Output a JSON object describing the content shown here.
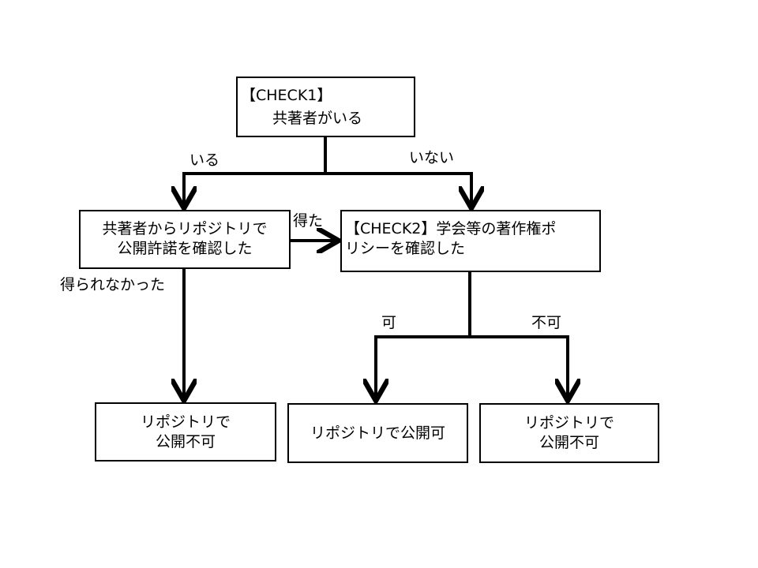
{
  "nodes": {
    "check1": {
      "title": "【CHECK1】",
      "text": "共著者がいる"
    },
    "coauthor_permission": {
      "line1": "共著者からリポジトリで",
      "line2": "公開許諾を確認した"
    },
    "check2": {
      "line1": "【CHECK2】学会等の著作権ポ",
      "line2": "リシーを確認した"
    },
    "result_left": {
      "line1": "リポジトリで",
      "line2": "公開不可"
    },
    "result_middle": {
      "text": "リポジトリで公開可"
    },
    "result_right": {
      "line1": "リポジトリで",
      "line2": "公開不可"
    }
  },
  "edge_labels": {
    "yes": "いる",
    "no": "いない",
    "obtained": "得た",
    "not_obtained": "得られなかった",
    "allowed": "可",
    "not_allowed": "不可"
  }
}
